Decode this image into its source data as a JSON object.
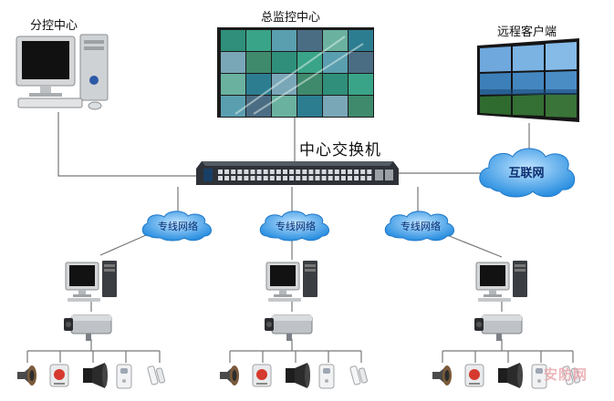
{
  "labels": {
    "branch_center": "分控中心",
    "main_monitor": "总监控中心",
    "remote_client": "远程客户端",
    "core_switch": "中心交换机",
    "internet": "互联网",
    "dedicated_network": "专线网络"
  },
  "watermark": "安防网",
  "colors": {
    "cloud_fill": "#3fa3ea",
    "cloud_light": "#bfe3ff",
    "line": "#777777",
    "switch_body": "#2e3238"
  },
  "branches": [
    {
      "id": "left",
      "cloud_label": "专线网络",
      "devices": [
        "speaker-icon",
        "alarm-button-icon",
        "siren-icon",
        "detector-icon",
        "door-sensor-icon"
      ]
    },
    {
      "id": "middle",
      "cloud_label": "专线网络",
      "devices": [
        "speaker-icon",
        "alarm-button-icon",
        "siren-icon",
        "detector-icon",
        "door-sensor-icon"
      ]
    },
    {
      "id": "right",
      "cloud_label": "专线网络",
      "devices": [
        "speaker-icon",
        "alarm-button-icon",
        "siren-icon",
        "detector-icon",
        "door-sensor-icon"
      ]
    }
  ]
}
